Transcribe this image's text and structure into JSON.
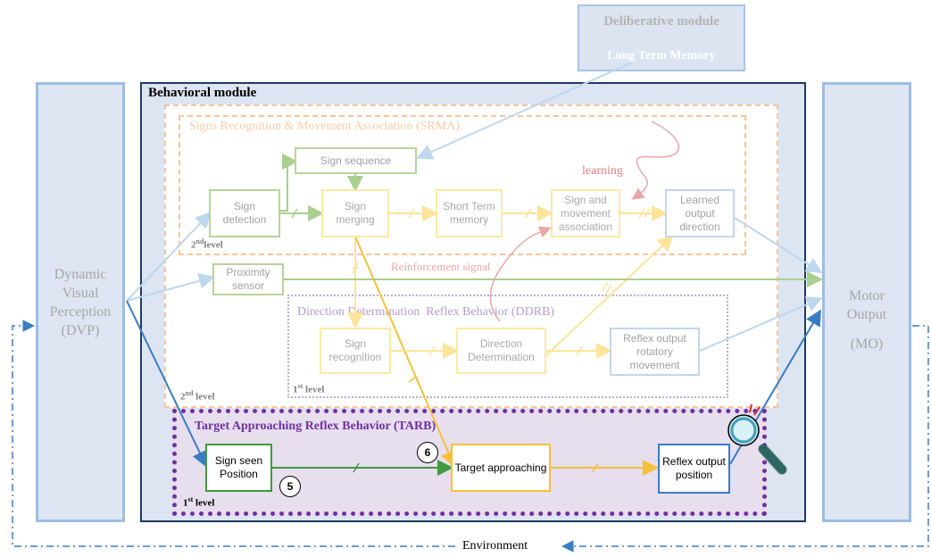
{
  "deliberative": {
    "title": "Deliberative module",
    "memory": "Long Term Memory"
  },
  "dvp": {
    "line1": "Dynamic",
    "line2": "Visual",
    "line3": "Perception",
    "line4": "(DVP)"
  },
  "mo": {
    "line1": "Motor",
    "line2": "Output",
    "line3": "(MO)"
  },
  "behavioral": {
    "title": "Behavioral module"
  },
  "srma": {
    "title": "Signs Recognition & Movement Association (SRMA)"
  },
  "level2_top": {
    "num": "2",
    "sup": "nd",
    "word": "level"
  },
  "level2_bottom": {
    "num": "2",
    "sup": "nd",
    "word": " level"
  },
  "level1_ddrb": {
    "num": "1",
    "sup": "st",
    "word": " level"
  },
  "level1_tarb": {
    "num": "1",
    "sup": "st",
    "word": " level"
  },
  "ddrb": {
    "title": "Direction Determination  Reflex Behavior (DDRB)"
  },
  "tarb": {
    "title": "Target Approaching Reflex Behavior (TARB)"
  },
  "boxes": {
    "sign_sequence": "Sign sequence",
    "sign_detection": "Sign detection",
    "sign_merging": "Sign merging",
    "short_term_memory": "Short Term memory",
    "sign_movement": "Sign and movement association",
    "learned_output": "Learned output direction",
    "proximity": "Proximity sensor",
    "sign_recognition": "Sign recognition",
    "direction_det": "Direction Determination",
    "reflex_rotatory": "Reflex output rotatory movement",
    "sign_seen": "Sign seen Position",
    "target_approaching": "Target approaching",
    "reflex_position": "Reflex output position"
  },
  "labels": {
    "learning": "learning",
    "reinforcement": "Reinforcement signal",
    "environment": "Environment",
    "badge5": "5",
    "badge6": "6"
  },
  "colors": {
    "green": "#3f9b3c",
    "yellow": "#f6c13a",
    "blue": "#3a7cc4",
    "purple": "#7030a0",
    "orange": "#f4b183"
  }
}
